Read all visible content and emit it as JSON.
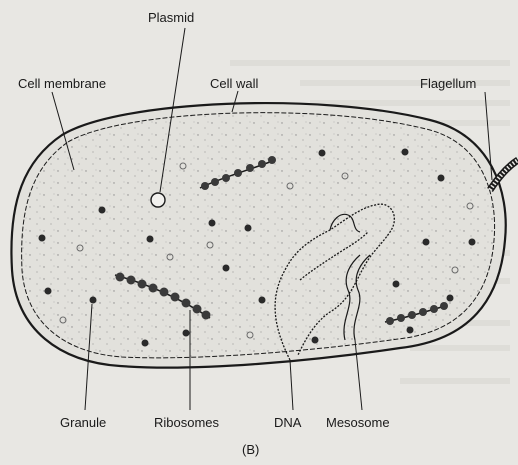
{
  "labels": {
    "plasmid": "Plasmid",
    "cell_membrane": "Cell membrane",
    "cell_wall": "Cell wall",
    "flagellum": "Flagellum",
    "granule": "Granule",
    "ribosomes": "Ribosomes",
    "dna": "DNA",
    "mesosome": "Mesosome",
    "panel": "(B)"
  },
  "colors": {
    "ink": "#1a1a1a",
    "paper": "#e8e7e3",
    "cell_fill": "#e2e1dc",
    "granule": "#2a2a2a"
  }
}
